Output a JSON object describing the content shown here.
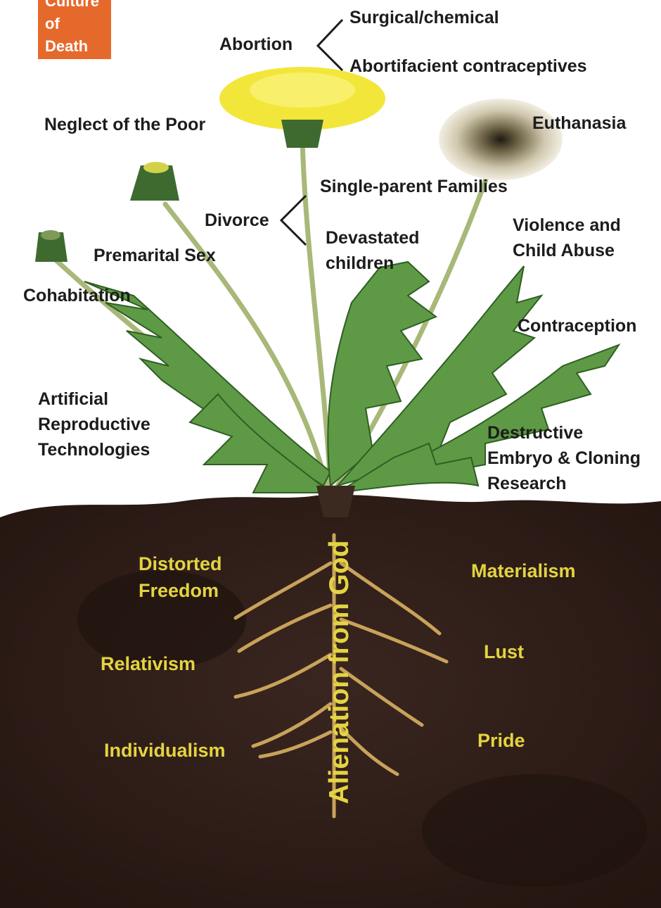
{
  "badge": {
    "text": "Culture\nof\nDeath"
  },
  "above_ground": {
    "abortion": {
      "label": "Abortion",
      "branches": [
        "Surgical/chemical",
        "Abortifacient contraceptives"
      ]
    },
    "neglect_poor": "Neglect of the Poor",
    "euthanasia": "Euthanasia",
    "divorce": {
      "label": "Divorce",
      "branches": [
        "Single-parent Families",
        "Devastated\nchildren"
      ]
    },
    "premarital_sex": "Premarital Sex",
    "cohabitation": "Cohabitation",
    "violence": "Violence and\nChild Abuse",
    "contraception": "Contraception",
    "art": "Artificial\nReproductive\nTechnologies",
    "embryo_research": "Destructive\nEmbryo & Cloning\nResearch"
  },
  "roots": {
    "trunk": "Alienation from God",
    "left": [
      "Distorted\nFreedom",
      "Relativism",
      "Individualism"
    ],
    "right": [
      "Materialism",
      "Lust",
      "Pride"
    ]
  },
  "colors": {
    "badge": "#e6692c",
    "root_text": "#e3d441",
    "soil": "#2e1d18",
    "leaf": "#5e9a45",
    "flower": "#f2e63b"
  }
}
